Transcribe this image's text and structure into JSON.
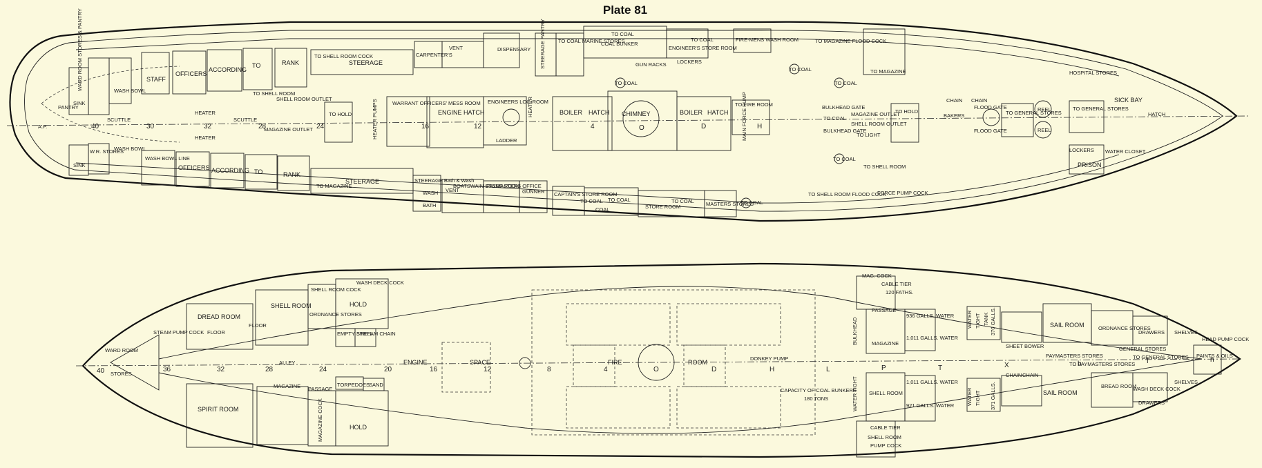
{
  "title": "Plate 81",
  "upper_deck": {
    "labels": {
      "ap": "A.P.",
      "pantry": "PANTRY",
      "sink_top": "SINK",
      "sink_bot": "SINK",
      "ward_room_stores_pantry": "WARD ROOM STORES & PANTRY",
      "wr_stores": "W.R. STORES",
      "wash_bowl_1": "WASH BOWL",
      "wash_bowl_2": "WASH BOWL",
      "wash_bowl_line": "WASH BOWL LINE",
      "staff_top": "STAFF",
      "officers_top": "OFFICERS",
      "officers_bot": "OFFICERS",
      "according_top": "ACCORDING",
      "according_bot": "ACCORDING",
      "to_top": "TO",
      "to_bot": "TO",
      "rank_top": "RANK",
      "rank_bot": "RANK",
      "to_shell_room_cock": "TO SHELL ROOM COCK",
      "steerage_top": "STEERAGE",
      "steerage_bot": "STEERAGE",
      "to_magazine_bot": "TO MAGAZINE",
      "to_shell_room": "TO SHELL ROOM",
      "shell_room_outlet": "SHELL ROOM OUTLET",
      "magazine_outlet": "MAGAZINE OUTLET",
      "heater_1": "HEATER",
      "heater_2": "HEATER",
      "scuttle_1": "SCUTTLE",
      "scuttle_2": "SCUTTLE",
      "to_hold": "TO HOLD",
      "carpenters": "CARPENTER'S",
      "vent": "VENT",
      "dispensary": "DISPENSARY",
      "steerage_pantry": "STEERAGE PANTRY",
      "warrant_officers_mess_room": "WARRANT OFFICERS' MESS ROOM",
      "engine_hatch": "ENGINE HATCH",
      "engineers_log_room": "ENGINEERS LOG-ROOM",
      "ladder": "LADDER",
      "to_coal_marine_stores": "TO COAL MARINE STORES",
      "to_coal_top": "TO COAL",
      "coal_bunker": "COAL    BUNKER",
      "to_coal_eng": "TO COAL",
      "engineers_store_room": "ENGINEER'S STORE ROOM",
      "firemens_wash_room": "FIRE-MENS WASH ROOM",
      "gun_racks": "GUN RACKS",
      "lockers": "LOCKERS",
      "to_magazine_flood_cock": "TO MAGAZINE FLOOD COCK",
      "to_coal_a": "TO COAL",
      "to_coal_b": "TO COAL",
      "to_coal_c": "TO COAL",
      "to_magazine_r": "TO MAGAZINE",
      "boiler_1": "BOILER",
      "hatch_1": "HATCH",
      "chimney": "CHIMNEY",
      "boiler_2": "BOILER",
      "hatch_2": "HATCH",
      "to_fire_room": "TO FIRE ROOM",
      "main_force_pump": "MAIN FORCE PUMP",
      "bulkhead_gate": "BULKHEAD GATE",
      "to_coal_bh": "TO COAL",
      "magazine_outlet_r": "MAGAZINE OUTLET",
      "shell_room_outlet_r": "SHELL ROOM OUTLET",
      "bulkhead_gate_2": "BULKHEAD GATE",
      "to_light": "TO LIGHT",
      "to_hold_r": "TO HOLD",
      "chain_1": "CHAIN",
      "chain_2": "CHAIN",
      "flood_gate_1": "FLOOD GATE",
      "flood_gate_2": "FLOOD GATE",
      "bakers": "BAKERS",
      "to_general_stores": "TO GENERAL STORES",
      "reel_1": "REEL",
      "reel_2": "REEL",
      "hospital_stores": "HOSPITAL STORES",
      "sick_bay": "SICK BAY",
      "to_general_stores_r": "TO GENERAL STORES",
      "hatch_r": "HATCH",
      "lockers_r": "LOCKERS",
      "water_closet": "WATER CLOSET",
      "prison": "PRISON",
      "to_coal_d": "TO COAL",
      "to_shell_room_2": "TO SHELL ROOM",
      "to_shell_room_flood_cock": "TO SHELL ROOM FLOOD COCK",
      "force_pump_cock": "FORCE PUMP COCK",
      "steerage_bath": "STEERAGE Bath & Wash",
      "wash": "WASH",
      "bath": "BATH",
      "vent_2": "VENT",
      "boatswain_store_room": "BOATSWAIN STORE ROOM",
      "paymasters_office": "PAYMASTERS OFFICE",
      "gunner": "GUNNER",
      "captains_store_room": "CAPTAIN'S STORE ROOM",
      "to_coal_e": "TO COAL",
      "to_coal_f": "TO COAL",
      "coal": "COAL",
      "store_room": "STORE ROOM",
      "to_coal_g": "TO COAL",
      "masters_stores": "MASTERS STORES",
      "to_coal_h": "TO COAL",
      "heater_3": "HEATER",
      "heater_pumps": "HEATER PUMPS"
    },
    "frame_numbers": [
      "40",
      "30",
      "32",
      "28",
      "24",
      "16",
      "12",
      "4",
      "O",
      "D",
      "H"
    ]
  },
  "lower_deck": {
    "labels": {
      "ward_room_stores": "WARD ROOM",
      "stores": "STORES",
      "steam_pump_cock": "STEAM PUMP COCK",
      "dread_room": "DREAD ROOM",
      "floor_1": "FLOOR",
      "floor_2": "FLOOR",
      "shell_room": "SHELL ROOM",
      "shell_room_cock": "SHELL ROOM COCK",
      "ordnance_stores": "ORDNANCE STORES",
      "hold_top": "HOLD",
      "wash_deck_cock": "WASH DECK COCK",
      "empty_shell": "EMPTY SHELL",
      "stream_chain": "STREAM CHAIN",
      "alley": "ALLEY",
      "engine": "ENGINE",
      "space": "SPACE",
      "fire": "FIRE",
      "room": "ROOM",
      "donkey_pump": "DONKEY PUMP",
      "spirit_room": "SPIRIT ROOM",
      "magazine": "MAGAZINE",
      "passage": "PASSAGE",
      "torpedoes": "TORPEDOES",
      "sand": "SAND",
      "magazine_cock": "MAGAZINE COCK",
      "hold_bot": "HOLD",
      "capacity": "CAPACITY OF COAL BUNKERS",
      "tons": "180 TONS",
      "mag_cock": "MAG. COCK",
      "cable_tier_top": "CABLE TIER",
      "faths": "120 FATHS.",
      "passage_r": "PASSAGE",
      "magazine_r": "MAGAZINE",
      "galls_936": "936 GALLS. WATER",
      "galls_1011": "1,011 GALLS. WATER",
      "galls_1011b": "1,011 GALLS. WATER",
      "galls_921": "921 GALLS. WATER",
      "shell_room_r": "SHELL ROOM",
      "cable_tier_bot": "CABLE TIER",
      "shell_room_pump_cock": "SHELL ROOM",
      "pump_cock": "PUMP COCK",
      "water_tight_bulkhead": "WATER TIGHT",
      "bulkhead": "BULKHEAD",
      "sheet_bower": "SHEET BOWER",
      "chain_a": "CHAIN",
      "chain_b": "CHAIN",
      "sail_room_top": "SAIL ROOM",
      "sail_room_bot": "SAIL ROOM",
      "ordnance_stores_r": "ORDNANCE STORES",
      "bread_room": "BREAD ROOM",
      "drawers_top": "DRAWERS",
      "drawers_bot": "DRAWERS",
      "shelves_top": "SHELVES",
      "shelves_bot": "SHELVES",
      "head_pump_cock": "HEAD PUMP COCK",
      "paints_oils": "PAINTS & OILS",
      "general_stores": "GENERAL STORES",
      "wash_deck_cock_r": "WASH DECK COCK",
      "paymasters_stores": "PAYMASTERS STORES",
      "to_paymasters_stores": "TO PAYMASTERS STORES",
      "to_general_stores": "TO GENERAL STORES",
      "tank": "TANK",
      "water_top": "WATER",
      "water_bot": "WATER",
      "tight_top": "TIGHT",
      "tight_bot": "TIGHT",
      "gals_370": "370 GALLS.",
      "gals_371": "371 GALLS."
    },
    "frame_numbers": [
      "40",
      "36",
      "32",
      "28",
      "24",
      "20",
      "16",
      "12",
      "8",
      "4",
      "O",
      "D",
      "H",
      "L",
      "P",
      "T",
      "X",
      "b",
      "f",
      "h"
    ]
  }
}
